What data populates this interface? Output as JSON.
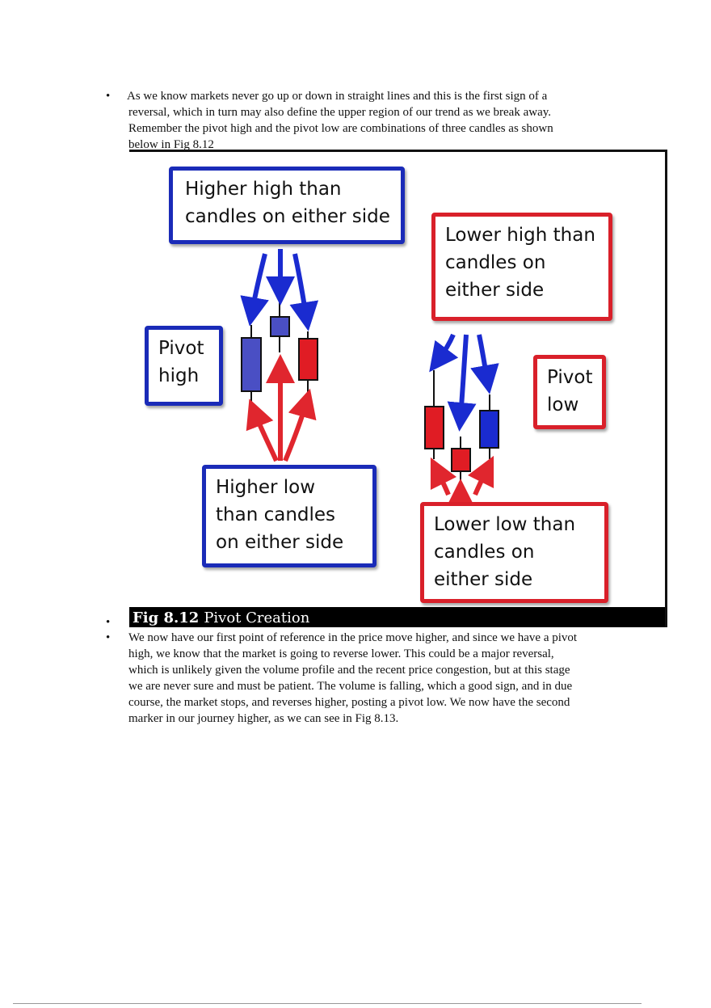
{
  "bullets": {
    "symbol": "•"
  },
  "paragraph1": {
    "lines": [
      "As we know markets never go up or down in straight lines and this is the first sign of a",
      "reversal, which in turn may also define the upper region of our trend as we break away.",
      "Remember the pivot high and the pivot low are combinations of three candles as shown",
      "below in Fig 8.12"
    ]
  },
  "figure": {
    "callouts": {
      "higher_high": "Higher high than candles on either side",
      "pivot_high": "Pivot high",
      "higher_low": "Higher low than candles on either side",
      "lower_high": "Lower high than candles on either side",
      "pivot_low": "Pivot low",
      "lower_low": "Lower low than candles on either side"
    },
    "caption": {
      "label": "Fig 8.12",
      "title": "Pivot Creation"
    },
    "colors": {
      "blue_candle": "#4a4fc4",
      "red_candle": "#e01c24",
      "blue_arrow": "#1a2bd0",
      "red_arrow": "#e0262e"
    }
  },
  "paragraph2": {
    "lines": [
      "We now have our first point of reference in the price move higher, and since we have a pivot",
      "high, we know that the market is going to reverse lower. This could be a major reversal,",
      "which is unlikely given the volume profile and the recent price congestion, but at this stage",
      "we are never sure and must be patient. The volume is falling, which a good sign, and in due",
      "course, the market stops, and reverses higher, posting a pivot low. We now have the second",
      "marker in our journey higher, as we can see in Fig 8.13."
    ]
  }
}
